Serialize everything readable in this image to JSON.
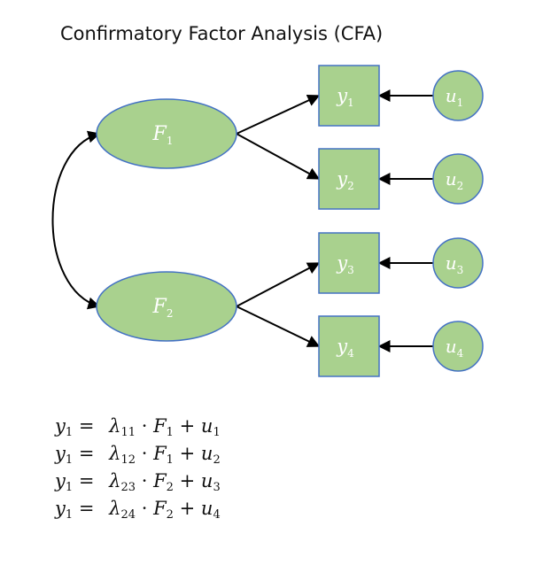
{
  "title": "Confirmatory Factor Analysis (CFA)",
  "colors": {
    "fill": "#a9d18e",
    "stroke": "#4472c4",
    "arrow": "#000000",
    "label": "#ffffff"
  },
  "factors": [
    {
      "id": "F1",
      "base": "F",
      "sub": "1"
    },
    {
      "id": "F2",
      "base": "F",
      "sub": "2"
    }
  ],
  "indicators": [
    {
      "id": "y1",
      "base": "y",
      "sub": "1"
    },
    {
      "id": "y2",
      "base": "y",
      "sub": "2"
    },
    {
      "id": "y3",
      "base": "y",
      "sub": "3"
    },
    {
      "id": "y4",
      "base": "y",
      "sub": "4"
    }
  ],
  "errors": [
    {
      "id": "u1",
      "base": "u",
      "sub": "1"
    },
    {
      "id": "u2",
      "base": "u",
      "sub": "2"
    },
    {
      "id": "u3",
      "base": "u",
      "sub": "3"
    },
    {
      "id": "u4",
      "base": "u",
      "sub": "4"
    }
  ],
  "edges": [
    {
      "from": "F1",
      "to": "y1"
    },
    {
      "from": "F1",
      "to": "y2"
    },
    {
      "from": "F2",
      "to": "y3"
    },
    {
      "from": "F2",
      "to": "y4"
    },
    {
      "from": "u1",
      "to": "y1"
    },
    {
      "from": "u2",
      "to": "y2"
    },
    {
      "from": "u3",
      "to": "y3"
    },
    {
      "from": "u4",
      "to": "y4"
    }
  ],
  "covariance": {
    "between": [
      "F1",
      "F2"
    ]
  },
  "equations": [
    {
      "lhs": "y",
      "lhs_sub": "1",
      "equals": "=",
      "coef": "λ",
      "coef_sub": "11",
      "dot": "·",
      "factor": "F",
      "factor_sub": "1",
      "plus": "+",
      "err": "u",
      "err_sub": "1"
    },
    {
      "lhs": "y",
      "lhs_sub": "1",
      "equals": "=",
      "coef": "λ",
      "coef_sub": "12",
      "dot": "·",
      "factor": "F",
      "factor_sub": "1",
      "plus": "+",
      "err": "u",
      "err_sub": "2"
    },
    {
      "lhs": "y",
      "lhs_sub": "1",
      "equals": "=",
      "coef": "λ",
      "coef_sub": "23",
      "dot": "·",
      "factor": "F",
      "factor_sub": "2",
      "plus": "+",
      "err": "u",
      "err_sub": "3"
    },
    {
      "lhs": "y",
      "lhs_sub": "1",
      "equals": "=",
      "coef": "λ",
      "coef_sub": "24",
      "dot": "·",
      "factor": "F",
      "factor_sub": "2",
      "plus": "+",
      "err": "u",
      "err_sub": "4"
    }
  ]
}
